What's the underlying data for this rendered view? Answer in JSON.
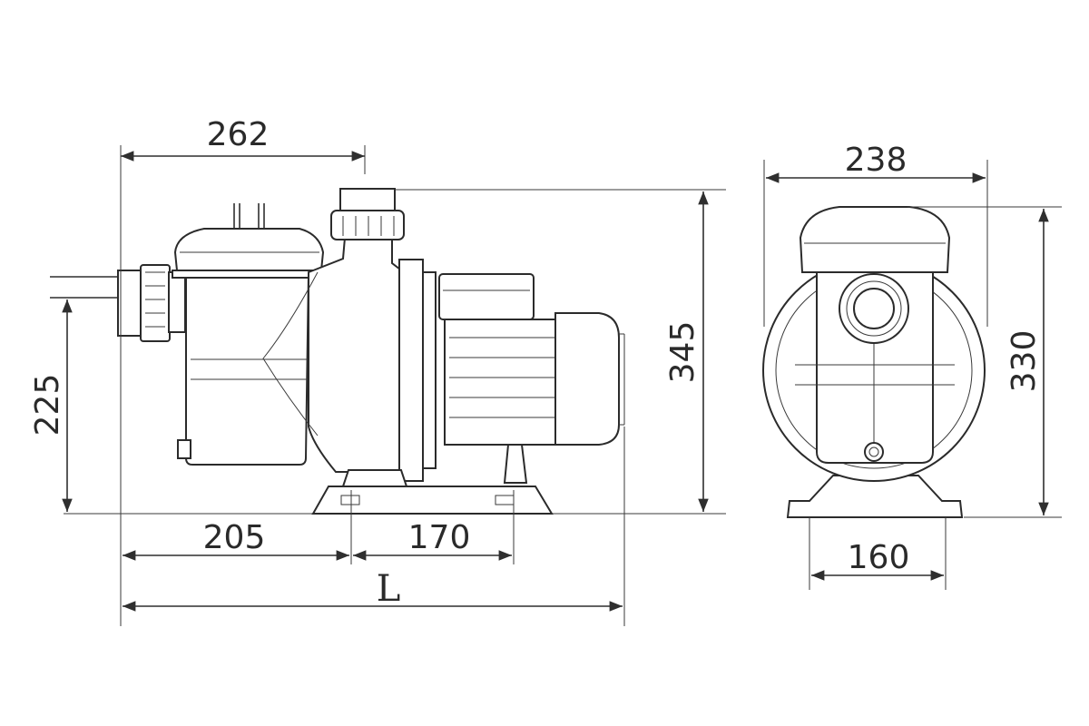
{
  "dimensions": {
    "side_top_width": "262",
    "side_height": "345",
    "side_inlet_height": "225",
    "side_foot_a": "205",
    "side_foot_b": "170",
    "side_length_symbol": "L",
    "front_width": "238",
    "front_height": "330",
    "front_base_width": "160"
  },
  "colors": {
    "line": "#2f2f2f",
    "background": "#ffffff"
  }
}
